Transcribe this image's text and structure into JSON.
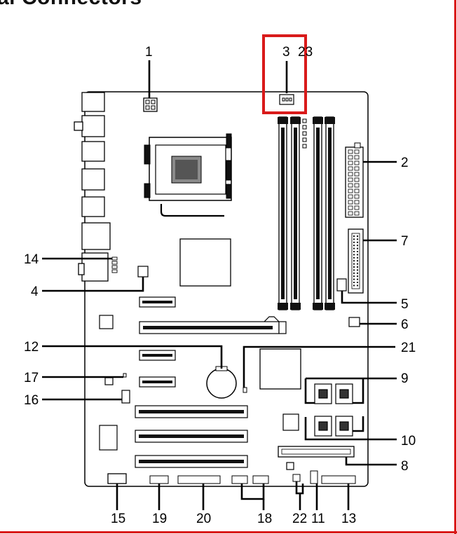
{
  "title": "al Connectors",
  "highlight_color": "#d91a1a",
  "callouts": [
    {
      "id": "1",
      "text": "1"
    },
    {
      "id": "2",
      "text": "2"
    },
    {
      "id": "3",
      "text": "3"
    },
    {
      "id": "23",
      "text": "23"
    },
    {
      "id": "4",
      "text": "4"
    },
    {
      "id": "5",
      "text": "5"
    },
    {
      "id": "6",
      "text": "6"
    },
    {
      "id": "7",
      "text": "7"
    },
    {
      "id": "8",
      "text": "8"
    },
    {
      "id": "9",
      "text": "9"
    },
    {
      "id": "10",
      "text": "10"
    },
    {
      "id": "11",
      "text": "11"
    },
    {
      "id": "12",
      "text": "12"
    },
    {
      "id": "13",
      "text": "13"
    },
    {
      "id": "14",
      "text": "14"
    },
    {
      "id": "15",
      "text": "15"
    },
    {
      "id": "16",
      "text": "16"
    },
    {
      "id": "17",
      "text": "17"
    },
    {
      "id": "18",
      "text": "18"
    },
    {
      "id": "19",
      "text": "19"
    },
    {
      "id": "20",
      "text": "20"
    },
    {
      "id": "21",
      "text": "21"
    },
    {
      "id": "22",
      "text": "22"
    }
  ]
}
